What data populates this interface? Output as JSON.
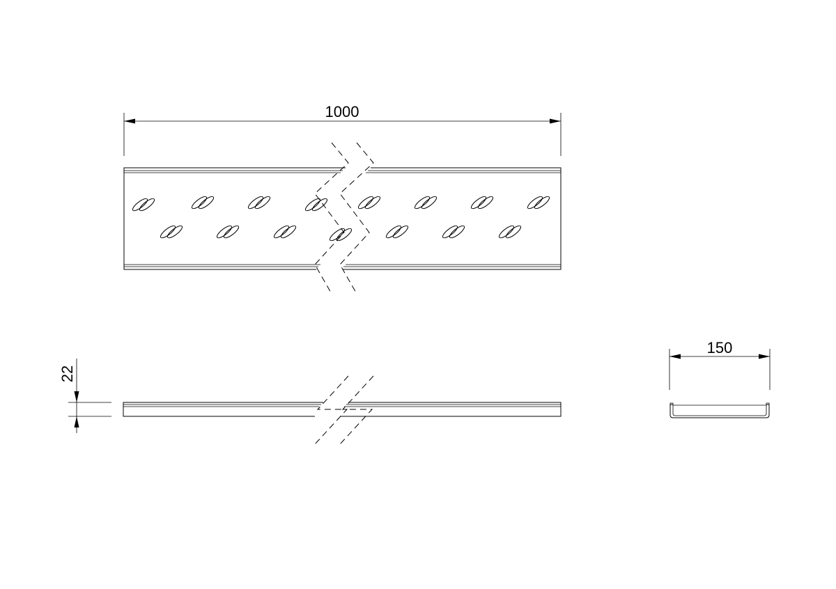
{
  "dimensions": {
    "length": "1000",
    "width": "150",
    "height": "22"
  }
}
